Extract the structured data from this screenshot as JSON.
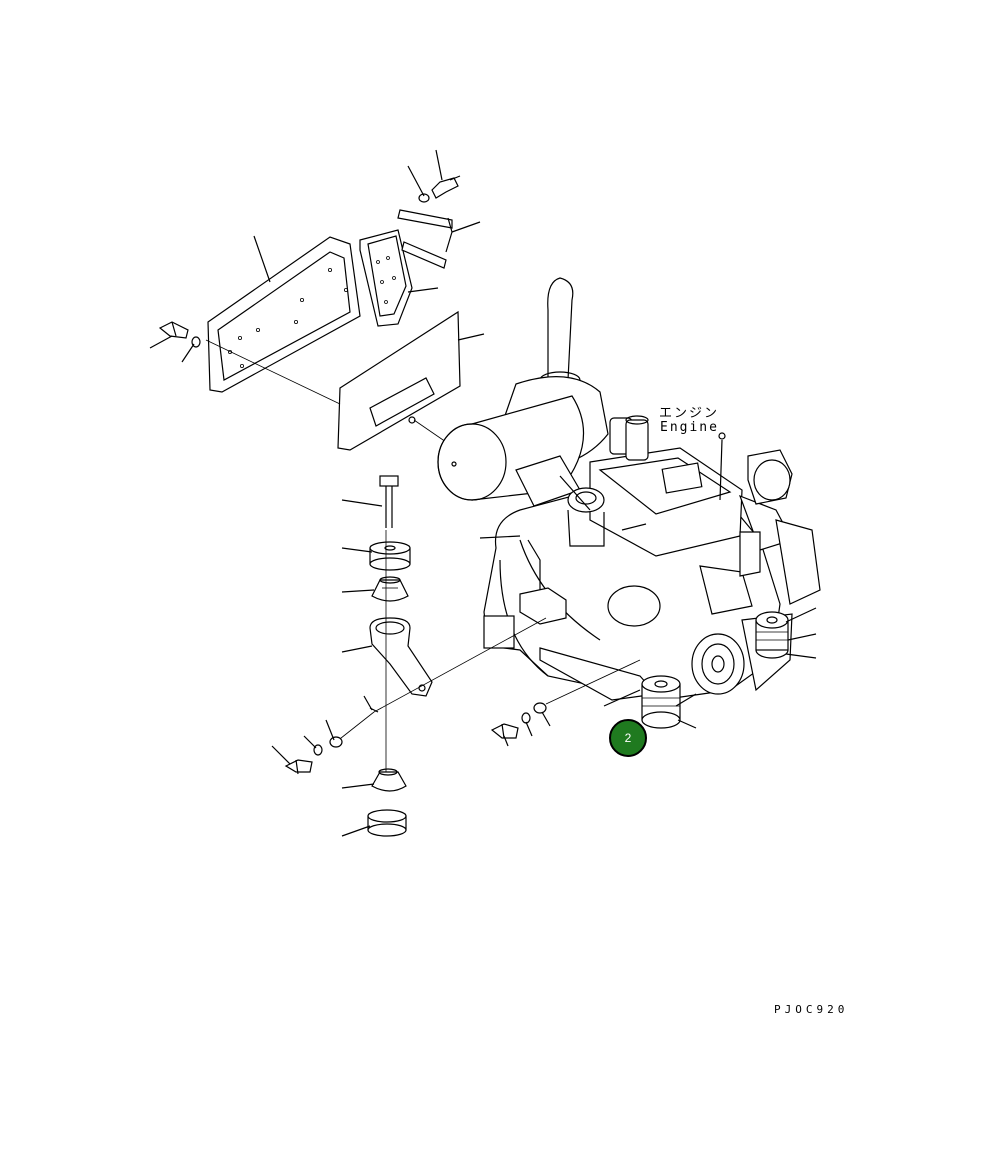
{
  "labels": {
    "engine_jp": "エンジン",
    "engine_en": "Engine",
    "drawing_code": "PJOC920"
  },
  "callout": {
    "number": "2",
    "color": "#1f7a1f"
  }
}
